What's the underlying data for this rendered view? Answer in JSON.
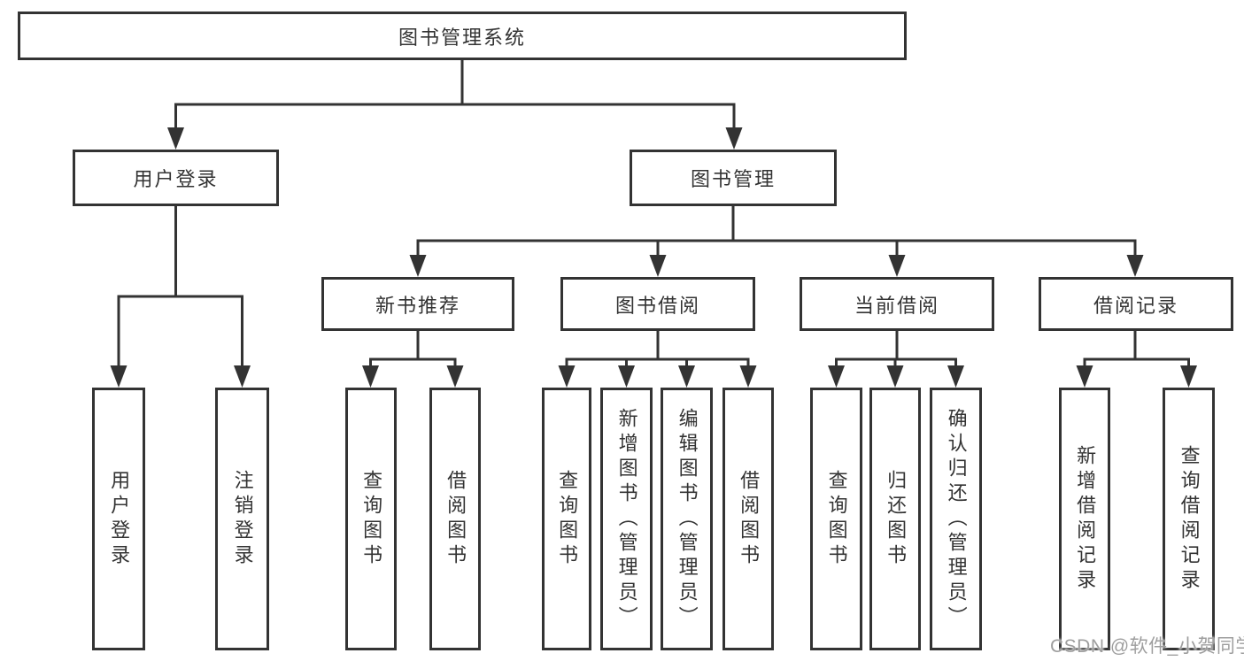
{
  "diagram": {
    "title": "图书管理系统",
    "branches": [
      {
        "label": "用户登录",
        "children": [
          "用户登录",
          "注销登录"
        ]
      },
      {
        "label": "图书管理",
        "groups": [
          {
            "label": "新书推荐",
            "children": [
              "查询图书",
              "借阅图书"
            ]
          },
          {
            "label": "图书借阅",
            "children": [
              "查询图书",
              "新增图书（管理员）",
              "编辑图书（管理员）",
              "借阅图书"
            ]
          },
          {
            "label": "当前借阅",
            "children": [
              "查询图书",
              "归还图书",
              "确认归还（管理员）"
            ]
          },
          {
            "label": "借阅记录",
            "children": [
              "新增借阅记录",
              "查询借阅记录"
            ]
          }
        ]
      }
    ]
  },
  "watermark": "CSDN @软件_小贺同学",
  "colors": {
    "line": "#333333",
    "text": "#333333",
    "box_background": "#ffffff",
    "watermark": "#9e9e9e",
    "page_background": "#ffffff"
  }
}
